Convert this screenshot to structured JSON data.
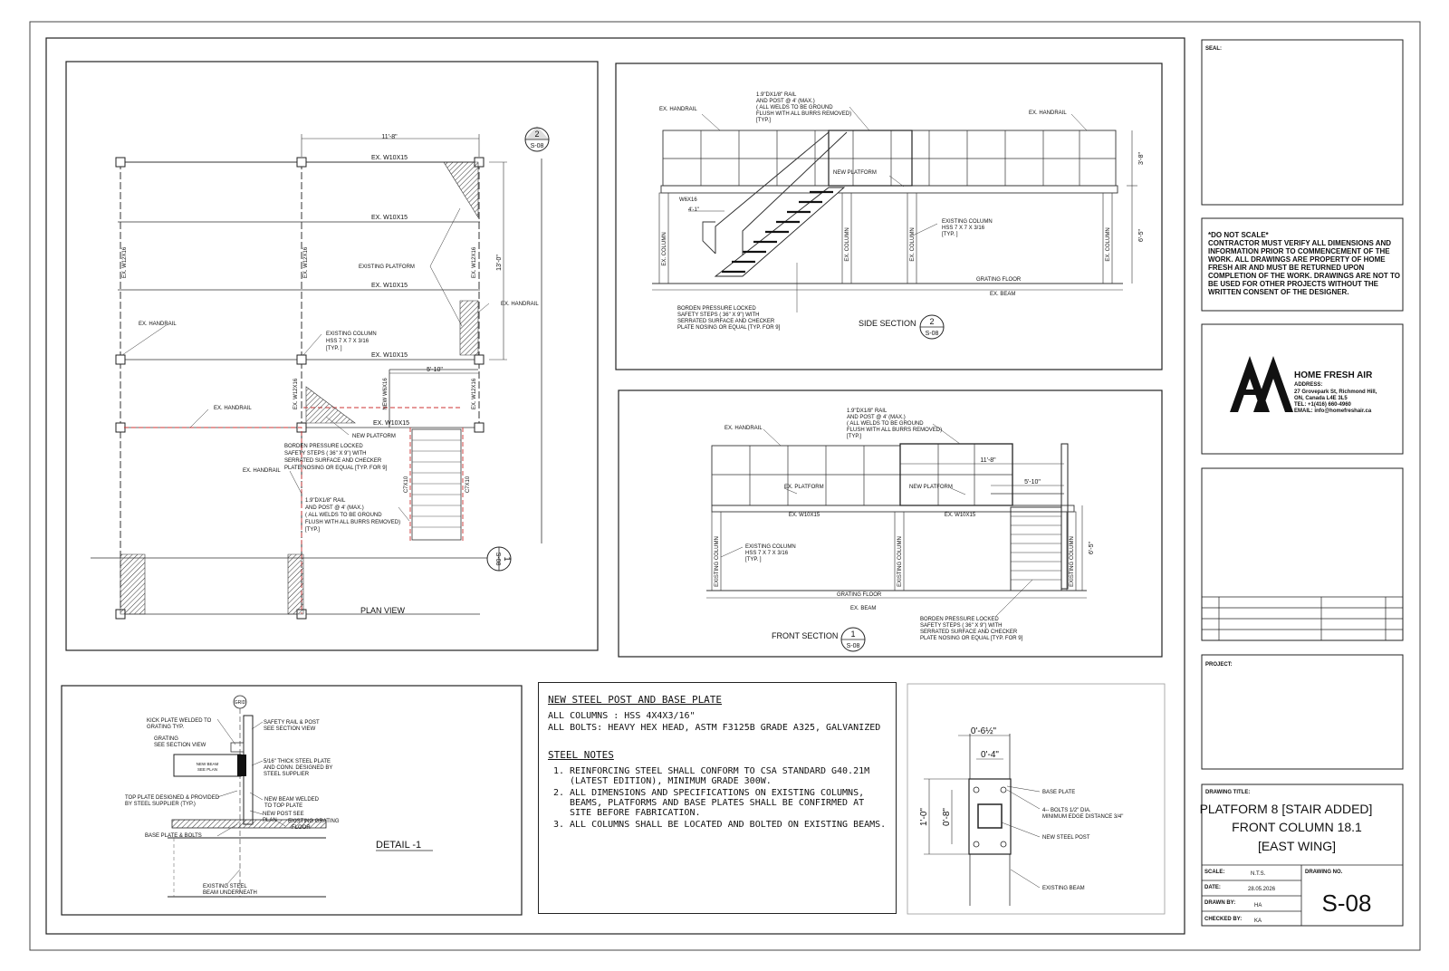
{
  "plan": {
    "title": "PLAN VIEW",
    "section_tag_top": {
      "num": "2",
      "sheet": "S-08"
    },
    "section_tag_bottom": {
      "num": "1",
      "sheet": "S-08"
    },
    "dim_top": "11'-8\"",
    "dim_right": "13'-0\"",
    "dim_small": "5'-10\"",
    "beams": [
      "EX. W10X15",
      "EX. W10X15",
      "EX. W10X15",
      "EX. W10X15"
    ],
    "beam_small": "EX. W10X15",
    "col_left": "EX. W12X16",
    "col_mid": "EX. W12X16",
    "col_right": "EX. W12X16",
    "col_right2": "EX. W12X16",
    "col_mid2": "EX. W12X16",
    "new_beam": "NEW W6X16",
    "c_left": "C7X10",
    "c_right": "C7X10",
    "existing_platform": "EXISTING PLATFORM",
    "handrail_right": "EX. HANDRAIL",
    "handrail_left": "EX. HANDRAIL",
    "handrail_mid": "EX. HANDRAIL",
    "handrail_low": "EX. HANDRAIL",
    "existing_column": [
      "EXISTING COLUMN",
      "HSS 7 X 7 X 3/16",
      "[TYP. ]"
    ],
    "new_platform": "NEW PLATFORM",
    "borden": [
      "BORDEN PRESSURE LOCKED",
      "SAFETY STEPS ( 36\" X 9\") WITH",
      "SERRATED SURFACE AND CHECKER",
      "PLATE NOSING OR EQUAL [TYP. FOR 9]"
    ],
    "rail": [
      "1.9\"DX1/8\" RAIL",
      "AND POST @ 4' (MAX.)",
      "( ALL WELDS TO BE GROUND",
      "FLUSH WITH ALL BURRS REMOVED)",
      "[TYP.]"
    ]
  },
  "side": {
    "title": "SIDE SECTION",
    "tag": {
      "num": "2",
      "sheet": "S-08"
    },
    "rail": [
      "1.9\"DX1/8\" RAIL",
      "AND POST @ 4' (MAX.)",
      "( ALL WELDS TO BE GROUND",
      "FLUSH WITH ALL BURRS REMOVED)",
      "[TYP.]"
    ],
    "handrail_left": "EX. HANDRAIL",
    "handrail_right": "EX. HANDRAIL",
    "new_platform": "NEW PLATFORM",
    "w6": "W6X16",
    "dim_41": "4'-1\"",
    "dim_38": "3'-8\"",
    "dim_65": "6'-5\"",
    "ex_column": "EX. COLUMN",
    "existing_column": [
      "EXISTING COLUMN",
      "HSS 7 X 7 X 3/16",
      "[TYP. ]"
    ],
    "grating": "GRATING FLOOR",
    "ex_beam": "EX. BEAM",
    "borden": [
      "BORDEN PRESSURE LOCKED",
      "SAFETY STEPS ( 36\" X 9\") WITH",
      "SERRATED SURFACE AND CHECKER",
      "PLATE NOSING OR EQUAL [TYP. FOR 9]"
    ]
  },
  "front": {
    "title": "FRONT SECTION",
    "tag": {
      "num": "1",
      "sheet": "S-08"
    },
    "rail": [
      "1.9\"DX1/8\" RAIL",
      "AND POST @ 4' (MAX.)",
      "( ALL WELDS TO BE GROUND",
      "FLUSH WITH ALL BURRS REMOVED)",
      "[TYP.]"
    ],
    "handrail": "EX. HANDRAIL",
    "ex_platform": "EX. PLATFORM",
    "new_platform": "NEW PLATFORM",
    "dim_118": "11'-8\"",
    "dim_510": "5'-10\"",
    "dim_65": "6'-5\"",
    "beam1": "EX. W10X15",
    "beam2": "EX. W10X15",
    "existing_column": [
      "EXISTING COLUMN",
      "HSS 7 X 7 X 3/16",
      "[TYP. ]"
    ],
    "col_label": "EXISTING COLUMN",
    "grating": "GRATING FLOOR",
    "ex_beam": "EX. BEAM",
    "borden": [
      "BORDEN PRESSURE LOCKED",
      "SAFETY STEPS ( 36\" X 9\") WITH",
      "SERRATED SURFACE AND CHECKER",
      "PLATE NOSING OR EQUAL [TYP. FOR 9]"
    ]
  },
  "detail": {
    "title": "DETAIL -1",
    "grid": "GRID",
    "kick": [
      "KICK PLATE WELDED TO",
      "GRATING TYP."
    ],
    "grating": [
      "GRATING",
      "SEE SECTION VIEW"
    ],
    "safety": [
      "SAFETY RAIL & POST",
      "SEE SECTION VIEW"
    ],
    "plate": [
      "5/16\" THICK STEEL PLATE",
      "AND CONN. DESIGNED BY",
      "STEEL SUPPLIER"
    ],
    "new_beam_box": [
      "NEW BEAM",
      "SEE PLAN"
    ],
    "top_plate": [
      "TOP PLATE DESIGNED & PROVIDED",
      "BY STEEL SUPPLIER (TYP.)"
    ],
    "new_beam_welded": [
      "NEW BEAM WELDED",
      "TO TOP PLATE"
    ],
    "new_post": [
      "NEW POST SEE",
      "PLAN"
    ],
    "existing_grating": [
      "EXISTING GRATING",
      "FLOOR"
    ],
    "base_plate": "BASE PLATE & BOLTS",
    "existing_beam": [
      "EXISTING STEEL",
      "BEAM UNDERNEATH"
    ]
  },
  "notes": {
    "heading1": "NEW STEEL POST AND BASE PLATE",
    "line1": "ALL COLUMNS : HSS 4X4X3/16\"",
    "line2": "ALL BOLTS: HEAVY HEX HEAD, ASTM F3125B GRADE A325, GALVANIZED",
    "heading2": "STEEL NOTES",
    "items": [
      "REINFORCING STEEL SHALL CONFORM TO CSA STANDARD G40.21M (LATEST EDITION), MINIMUM GRADE 300W.",
      "ALL DIMENSIONS AND SPECIFICATIONS ON EXISTING COLUMNS, BEAMS, PLATFORMS AND BASE PLATES SHALL BE CONFIRMED AT SITE BEFORE FABRICATION.",
      "ALL COLUMNS SHALL BE LOCATED AND BOLTED ON EXISTING BEAMS."
    ]
  },
  "baseplate": {
    "dim_w1": "0'-6½\"",
    "dim_w2": "0'-4\"",
    "dim_h1": "1'-0\"",
    "dim_h2": "0'-8\"",
    "base_plate": "BASE PLATE",
    "bolts": [
      "4-- BOLTS 1/2\" DIA.",
      "MINIMUM EDGE DISTANCE 3/4\""
    ],
    "new_post": "NEW STEEL POST",
    "existing_beam": "EXISTING BEAM"
  },
  "titleblock": {
    "seal": "SEAL:",
    "disclaimer": [
      "*DO NOT SCALE*",
      "CONTRACTOR MUST VERIFY ALL DIMENSIONS AND",
      "INFORMATION PRIOR TO COMMENCEMENT OF THE",
      "WORK. ALL DRAWINGS ARE PROPERTY OF HOME",
      "FRESH AIR AND MUST BE RETURNED UPON",
      "COMPLETION OF THE WORK. DRAWINGS ARE NOT TO",
      "BE USED FOR OTHER PROJECTS WITHOUT THE",
      "WRITTEN CONSENT OF THE DESIGNER."
    ],
    "company": "HOME FRESH AIR",
    "address_label": "ADDRESS:",
    "address1": "27 Grovepark St, Richmond Hill,",
    "address2": "ON, Canada L4E 3L5",
    "tel": "TEL: +1(416) 660-4960",
    "email": "EMAIL: info@homefreshair.ca",
    "project": "PROJECT:",
    "drawing_title_label": "DRAWING TITLE:",
    "drawing_title": [
      "PLATFORM 8 [STAIR ADDED]",
      "FRONT COLUMN 18.1",
      "[EAST WING]"
    ],
    "scale_label": "SCALE:",
    "scale": "N.T.S.",
    "date_label": "DATE:",
    "date": "28.05.2026",
    "drawn_label": "DRAWN BY:",
    "drawn": "HA",
    "checked_label": "CHECKED BY:",
    "checked": "KA",
    "drawing_no_label": "DRAWING NO.",
    "drawing_no": "S-08"
  }
}
